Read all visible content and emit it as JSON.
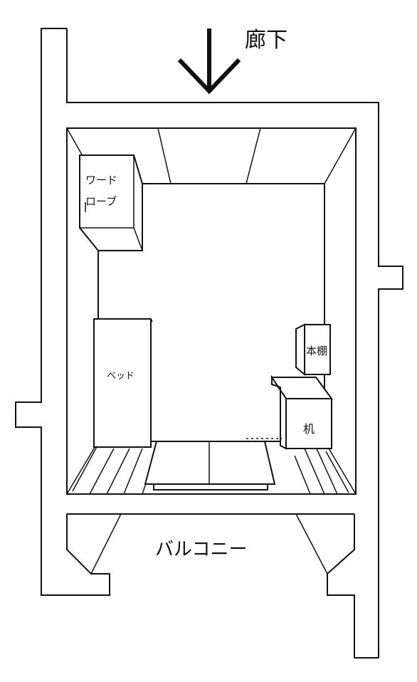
{
  "labels": {
    "corridor": "廊下",
    "wardrobe_line1": "ワード",
    "wardrobe_line2": "ローブ",
    "bed": "ベッド",
    "bookshelf": "本棚",
    "desk": "机",
    "balcony": "バルコニー"
  },
  "icons": {
    "entrance": "down-arrow-icon"
  }
}
